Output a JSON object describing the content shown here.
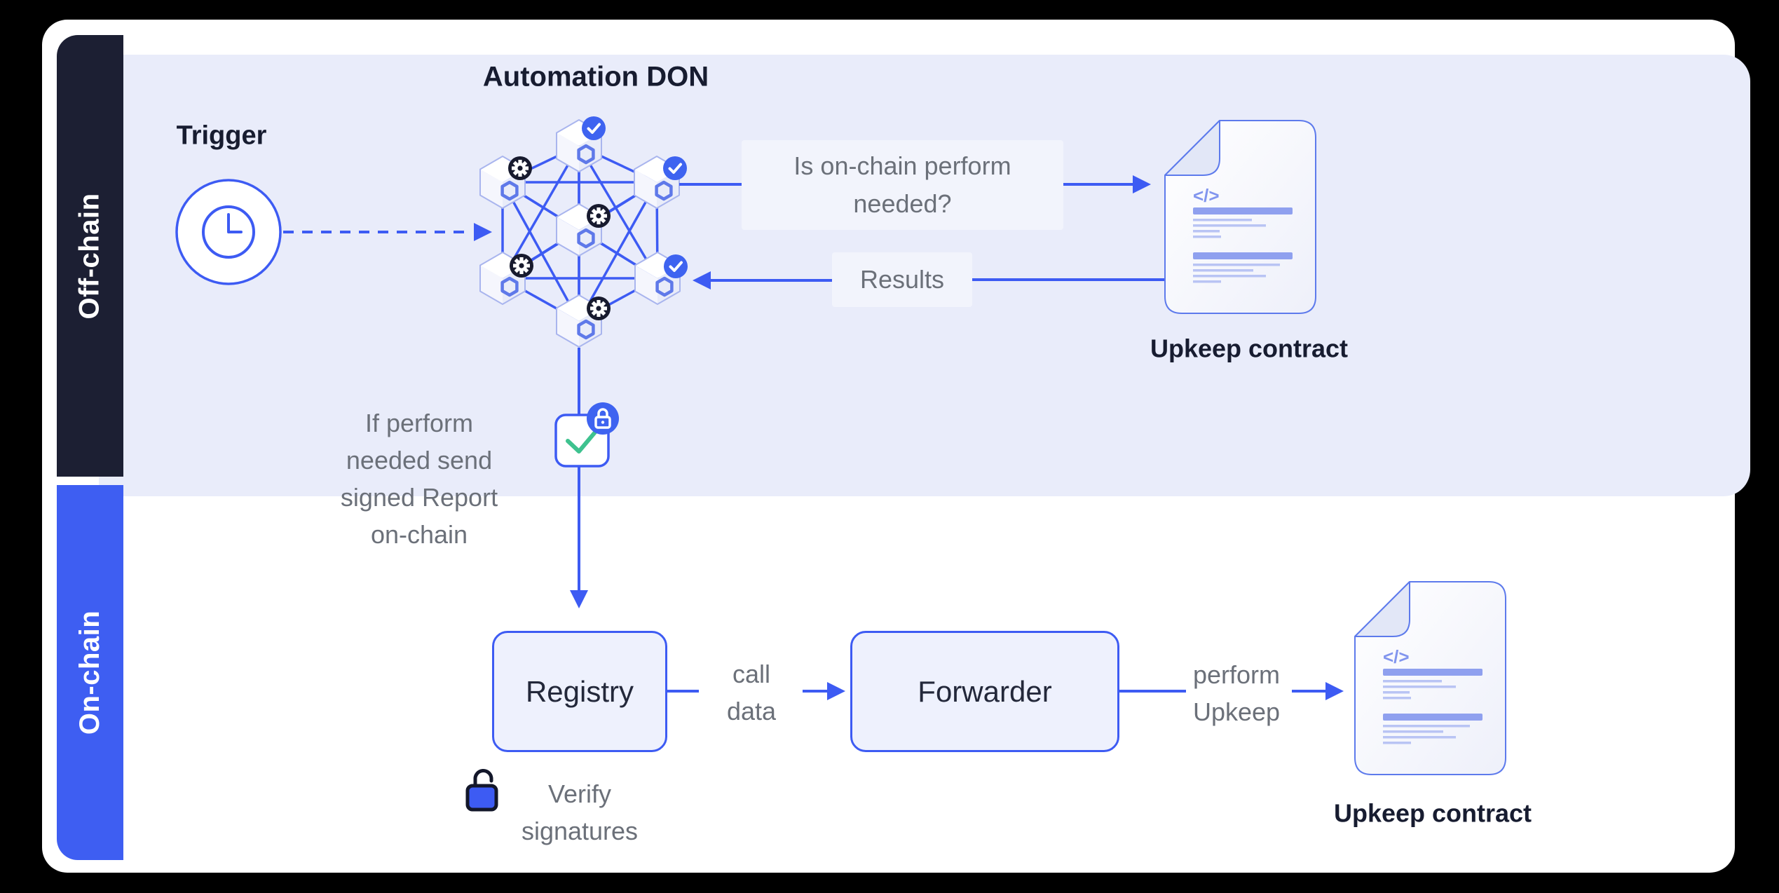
{
  "colors": {
    "accent_blue": "#3d5bf3",
    "badge_blue": "#3e63f0",
    "gear_badge_dark": "#171a2e",
    "offchain_sidebar_dark": "#1c1f33",
    "lavender_band": "#e9ecfa",
    "label_gray": "#6b7079",
    "check_green": "#3ec28f",
    "doc_bar_periwinkle": "#8fa0ef"
  },
  "offchain": {
    "sidebar_label": "Off-chain",
    "trigger_label": "Trigger",
    "don_title": "Automation DON",
    "question_label": "Is on-chain perform\nneeded?",
    "results_label": "Results",
    "upkeep_contract_label": "Upkeep contract",
    "report_note": "If perform\nneeded send\nsigned Report\non-chain"
  },
  "onchain": {
    "sidebar_label": "On-chain",
    "registry_label": "Registry",
    "call_data_label": "call\ndata",
    "forwarder_label": "Forwarder",
    "perform_upkeep_label": "perform\nUpkeep",
    "verify_signatures_label": "Verify\nsignatures",
    "upkeep_contract_label": "Upkeep contract"
  },
  "icons": {
    "code_glyph": "</>"
  }
}
